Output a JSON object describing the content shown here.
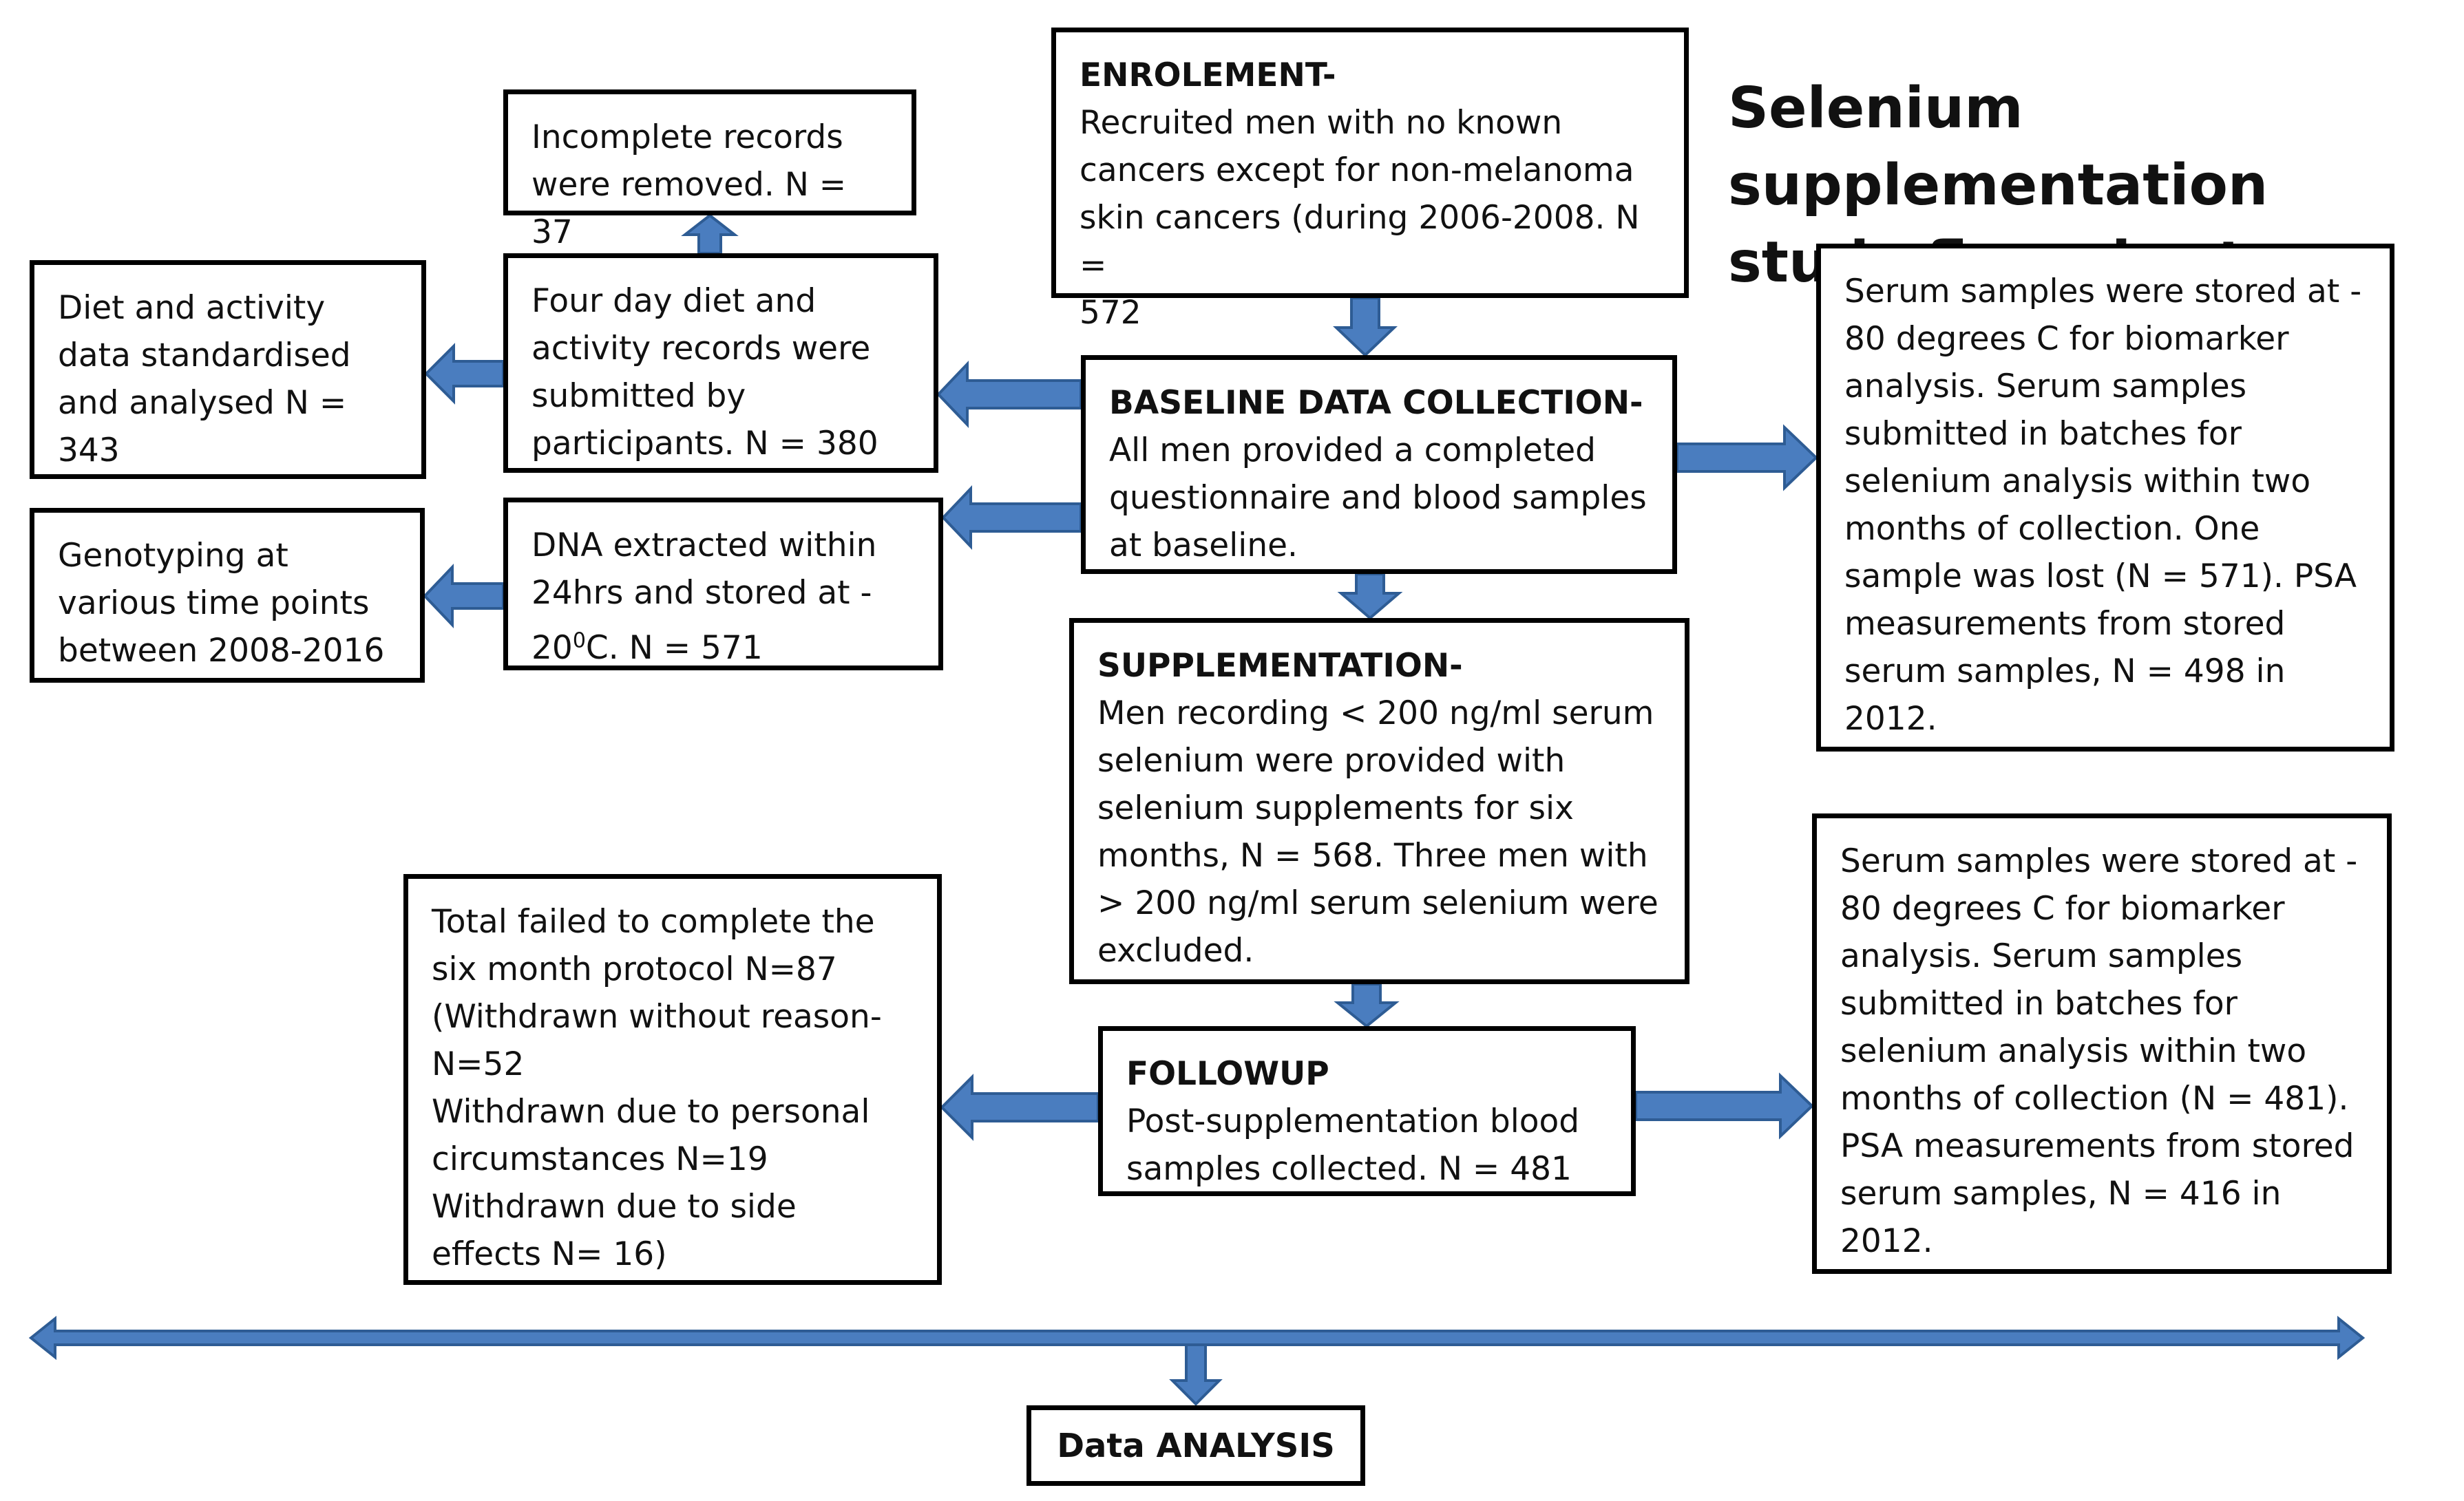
{
  "title": "Selenium supplementation\nstudy flow chart",
  "colors": {
    "arrow_fill": "#4a7dbf",
    "arrow_stroke": "#2e5c94",
    "box_border": "#000000"
  },
  "boxes": {
    "enrolment": {
      "head": "ENROLEMENT-",
      "body": "Recruited men with no known\ncancers except for non-melanoma\nskin cancers (during 2006-2008. N =\n572"
    },
    "baseline": {
      "head": "BASELINE DATA COLLECTION-",
      "body": "All men provided a completed\nquestionnaire and blood samples\nat baseline."
    },
    "supplementation": {
      "head": "SUPPLEMENTATION-",
      "body": "Men recording < 200 ng/ml serum\nselenium were provided with\nselenium supplements for six\nmonths, N = 568. Three men with\n> 200 ng/ml serum selenium  were\nexcluded."
    },
    "followup": {
      "head": "FOLLOWUP",
      "body": "Post-supplementation blood\nsamples collected. N = 481"
    },
    "incomplete": {
      "body": "Incomplete records\nwere removed. N = 37"
    },
    "four_day": {
      "body": "Four day diet and\nactivity records were\nsubmitted by\nparticipants. N = 380"
    },
    "diet": {
      "body": "Diet and activity\ndata standardised\nand analysed  N =\n343"
    },
    "dna": {
      "body_a": "DNA extracted within\n24hrs and stored at -\n20",
      "sup": "0",
      "body_b": "C. N = 571"
    },
    "genotyping": {
      "body": "Genotyping at\nvarious time points\nbetween 2008-2016"
    },
    "serum1": {
      "body": "Serum samples were stored  at -\n80 degrees C for biomarker\nanalysis. Serum samples\nsubmitted in batches for\nselenium analysis within two\nmonths of collection. One\nsample was lost (N = 571). PSA\nmeasurements  from stored\nserum  samples, N = 498 in\n2012."
    },
    "serum2": {
      "body": "Serum samples were stored  at -\n80 degrees C for biomarker\nanalysis. Serum samples\nsubmitted in batches for\nselenium analysis within two\nmonths of collection (N = 481).\nPSA measurements  from stored\nserum samples,  N = 416 in\n2012."
    },
    "failed": {
      "body": "Total failed to complete the\nsix month protocol N=87\n(Withdrawn without reason-\nN=52\nWithdrawn due to personal\ncircumstances N=19\nWithdrawn due to side\neffects N= 16)"
    },
    "analysis": {
      "body": "Data ANALYSIS"
    }
  }
}
